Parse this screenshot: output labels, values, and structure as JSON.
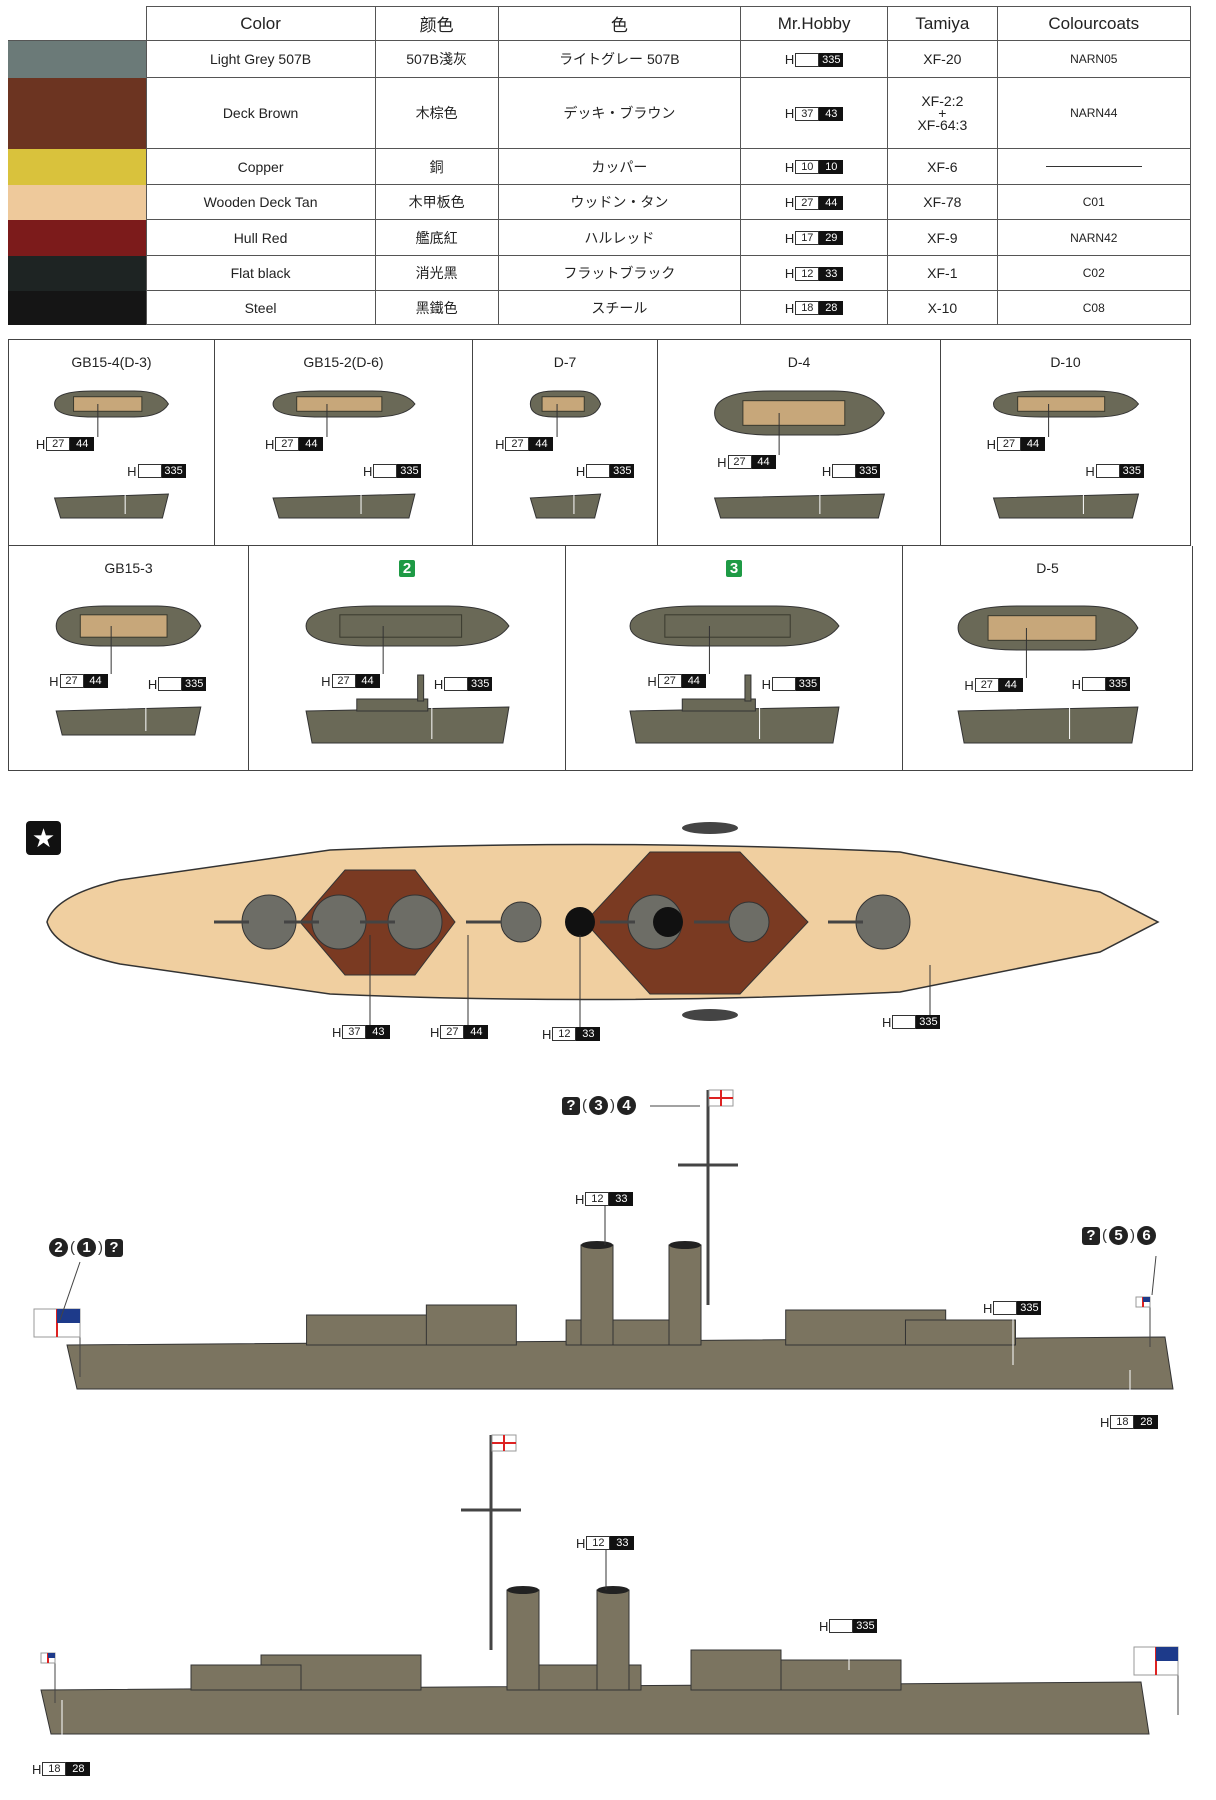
{
  "table": {
    "headers": [
      "Color",
      "颜色",
      "色",
      "Mr.Hobby",
      "Tamiya",
      "Colourcoats"
    ],
    "rows": [
      {
        "swatch": "#6b7a78",
        "color": "Light Grey 507B",
        "cn": "507B淺灰",
        "jp": "ライトグレー 507B",
        "hobby": [
          "",
          "335"
        ],
        "tamiya": [
          "XF-20"
        ],
        "cc": "NARN05"
      },
      {
        "swatch": "#6c3421",
        "color": "Deck Brown",
        "cn": "木棕色",
        "jp": "デッキ・ブラウン",
        "hobby": [
          "37",
          "43"
        ],
        "tamiya": [
          "XF-2:2",
          "+",
          "XF-64:3"
        ],
        "cc": "NARN44"
      },
      {
        "swatch": "#d9c23c",
        "color": "Copper",
        "cn": "銅",
        "jp": "カッパー",
        "hobby": [
          "10",
          "10"
        ],
        "tamiya": [
          "XF-6"
        ],
        "cc": ""
      },
      {
        "swatch": "#eec99b",
        "color": "Wooden Deck Tan",
        "cn": "木甲板色",
        "jp": "ウッドン・タン",
        "hobby": [
          "27",
          "44"
        ],
        "tamiya": [
          "XF-78"
        ],
        "cc": "C01"
      },
      {
        "swatch": "#7c1b1b",
        "color": "Hull Red",
        "cn": "艦底紅",
        "jp": "ハルレッド",
        "hobby": [
          "17",
          "29"
        ],
        "tamiya": [
          "XF-9"
        ],
        "cc": "NARN42"
      },
      {
        "swatch": "#1e2423",
        "color": "Flat black",
        "cn": "消光黑",
        "jp": "フラットブラック",
        "hobby": [
          "12",
          "33"
        ],
        "tamiya": [
          "XF-1"
        ],
        "cc": "C02"
      },
      {
        "swatch": "#151515",
        "color": "Steel",
        "cn": "黑鐵色",
        "jp": "スチール",
        "hobby": [
          "18",
          "28"
        ],
        "tamiya": [
          "X-10"
        ],
        "cc": "C08"
      }
    ]
  },
  "boats": [
    {
      "label": "GB15-4(D-3)",
      "green": false,
      "deck": [
        "27",
        "44"
      ],
      "hull": [
        "",
        "335"
      ]
    },
    {
      "label": "GB15-2(D-6)",
      "green": false,
      "deck": [
        "27",
        "44"
      ],
      "hull": [
        "",
        "335"
      ]
    },
    {
      "label": "D-7",
      "green": false,
      "deck": [
        "27",
        "44"
      ],
      "hull": [
        "",
        "335"
      ]
    },
    {
      "label": "D-4",
      "green": false,
      "deck": [
        "27",
        "44"
      ],
      "hull": [
        "",
        "335"
      ]
    },
    {
      "label": "D-10",
      "green": false,
      "deck": [
        "27",
        "44"
      ],
      "hull": [
        "",
        "335"
      ]
    },
    {
      "label": "GB15-3",
      "green": false,
      "deck": [
        "27",
        "44"
      ],
      "hull": [
        "",
        "335"
      ]
    },
    {
      "label": "2",
      "green": true,
      "deck": [
        "27",
        "44"
      ],
      "hull": [
        "",
        "335"
      ]
    },
    {
      "label": "3",
      "green": true,
      "deck": [
        "27",
        "44"
      ],
      "hull": [
        "",
        "335"
      ]
    },
    {
      "label": "D-5",
      "green": false,
      "deck": [
        "27",
        "44"
      ],
      "hull": [
        "",
        "335"
      ]
    }
  ],
  "plan": {
    "star_icon": "star-icon",
    "callouts": [
      [
        "37",
        "43"
      ],
      [
        "27",
        "44"
      ],
      [
        "12",
        "33"
      ],
      [
        "",
        "335"
      ]
    ]
  },
  "side1": {
    "markers": {
      "left": [
        {
          "t": "2",
          "s": "ci"
        },
        {
          "t": "(",
          "s": "par"
        },
        {
          "t": "1",
          "s": "ci"
        },
        {
          "t": ")",
          "s": "par"
        },
        {
          "t": "?",
          "s": "sq"
        }
      ],
      "top": [
        {
          "t": "?",
          "s": "sq"
        },
        {
          "t": "(",
          "s": "par"
        },
        {
          "t": "3",
          "s": "ci"
        },
        {
          "t": ")",
          "s": "par"
        },
        {
          "t": "4",
          "s": "ci"
        }
      ],
      "right": [
        {
          "t": "?",
          "s": "sq"
        },
        {
          "t": "(",
          "s": "par"
        },
        {
          "t": "5",
          "s": "ci"
        },
        {
          "t": ")",
          "s": "par"
        },
        {
          "t": "6",
          "s": "ci"
        }
      ]
    },
    "callouts": [
      [
        "12",
        "33"
      ],
      [
        "",
        "335"
      ],
      [
        "18",
        "28"
      ]
    ]
  },
  "side2": {
    "callouts": [
      [
        "12",
        "33"
      ],
      [
        "",
        "335"
      ],
      [
        "18",
        "28"
      ]
    ]
  },
  "colors": {
    "hull": "#7b7460",
    "boat": "#6a6957",
    "deck_tan": "#f0cfa0",
    "deck_brown": "#7a3a22",
    "green": "#1e9a45"
  }
}
